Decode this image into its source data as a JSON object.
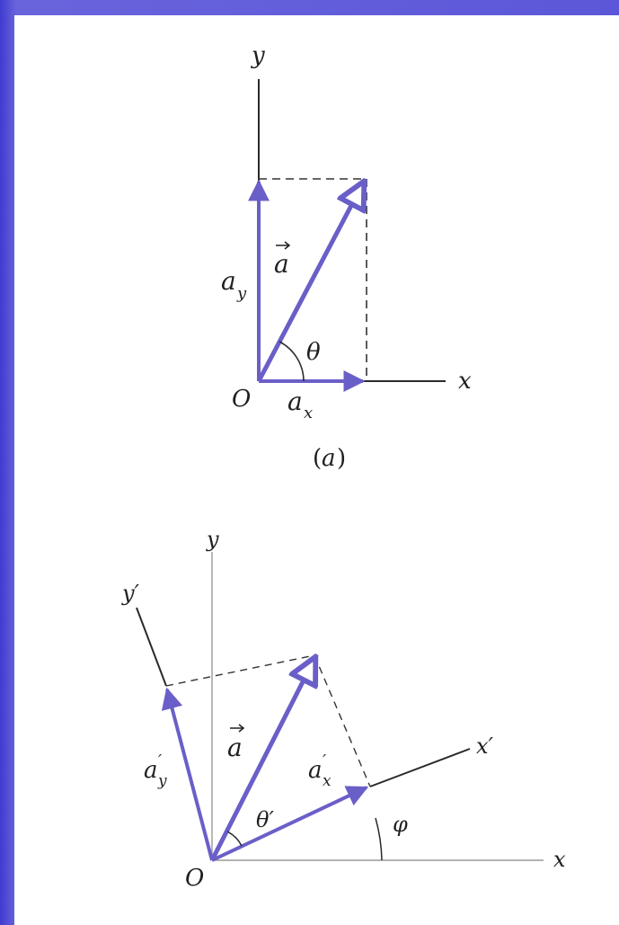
{
  "colors": {
    "vector": "#6a5fc8",
    "axis": "#2a2a2a",
    "light_axis": "#9a9a9a",
    "dash": "#333333",
    "frame": "#5b57d8",
    "panel": "#ffffff"
  },
  "figure_a": {
    "y_label": "y",
    "x_label": "x",
    "origin_label": "O",
    "vector_label": "a",
    "ax_label": "x",
    "ax_base": "a",
    "ay_label": "y",
    "ay_base": "a",
    "angle_label": "θ",
    "caption_open": "(",
    "caption_letter": "a",
    "caption_close": ")"
  },
  "figure_b": {
    "y_label": "y",
    "x_label": "x",
    "yp_label": "y′",
    "xp_label": "x′",
    "origin_label": "O",
    "vector_label": "a",
    "axp_base": "a",
    "axp_sub": "x",
    "axp_prime": "′",
    "ayp_base": "a",
    "ayp_sub": "y",
    "ayp_prime": "′",
    "angle_label": "θ′",
    "phi_label": "φ"
  }
}
